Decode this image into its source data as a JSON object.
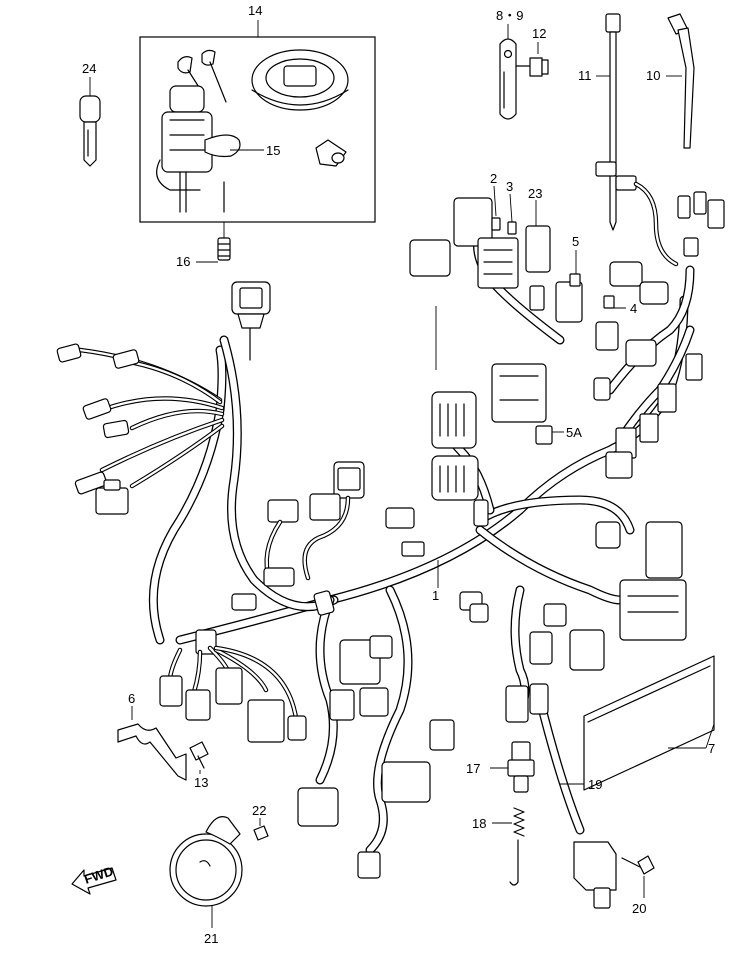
{
  "callouts": {
    "p1": "1",
    "p2": "2",
    "p3": "3",
    "p4": "4",
    "p5": "5",
    "p5a": "5A",
    "p6": "6",
    "p7": "7",
    "p89": "8・9",
    "p10": "10",
    "p11": "11",
    "p12": "12",
    "p13": "13",
    "p14": "14",
    "p15": "15",
    "p16": "16",
    "p17": "17",
    "p18": "18",
    "p19": "19",
    "p20": "20",
    "p21": "21",
    "p22": "22",
    "p23": "23",
    "p24": "24"
  },
  "direction_arrow": "FWD"
}
